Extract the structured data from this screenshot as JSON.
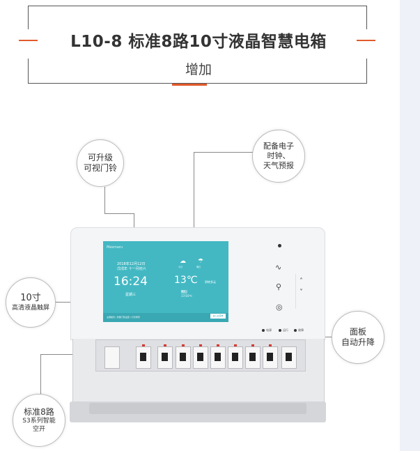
{
  "header": {
    "title": "L10-8 标准8路10寸液晶智慧电箱",
    "subtitle": "增加"
  },
  "callouts": {
    "video_doorbell": [
      "可升级",
      "可视门铃"
    ],
    "clock_weather": [
      "配备电子",
      "时钟、",
      "天气预报"
    ],
    "screen": {
      "main": "10寸",
      "sub": "高清液晶触屏"
    },
    "panel": [
      "面板",
      "自动升降"
    ],
    "breakers": {
      "main": "标准8路",
      "sub1": "S3系列智能",
      "sub2": "空开"
    }
  },
  "screen": {
    "brand": "Mesmaru",
    "date_line1": "2018年12月12日",
    "date_line2": "戊戌年 十一月初六",
    "time": "16:24",
    "weekday": "星期三",
    "temperature": "13℃",
    "temp_desc": "阴转多云",
    "badge": "明天",
    "range": "17/10℃",
    "weather1_label": "今日",
    "weather2_label": "明日",
    "footer_text": "主题模式 / 智能门铃设置 / 灯光场景",
    "footer_button": "进入主菜单"
  },
  "status": {
    "items": [
      "电源",
      "运行",
      "故障"
    ]
  },
  "icons": {
    "weather1": "cloud-sun-icon",
    "weather2": "cloud-rain-icon",
    "voice": "waveform-icon",
    "search": "search-icon",
    "home": "circle-icon",
    "up": "chevron-up-icon",
    "down": "chevron-down-icon"
  },
  "colors": {
    "accent": "#e25a2c",
    "screen": "#43b8c3"
  }
}
